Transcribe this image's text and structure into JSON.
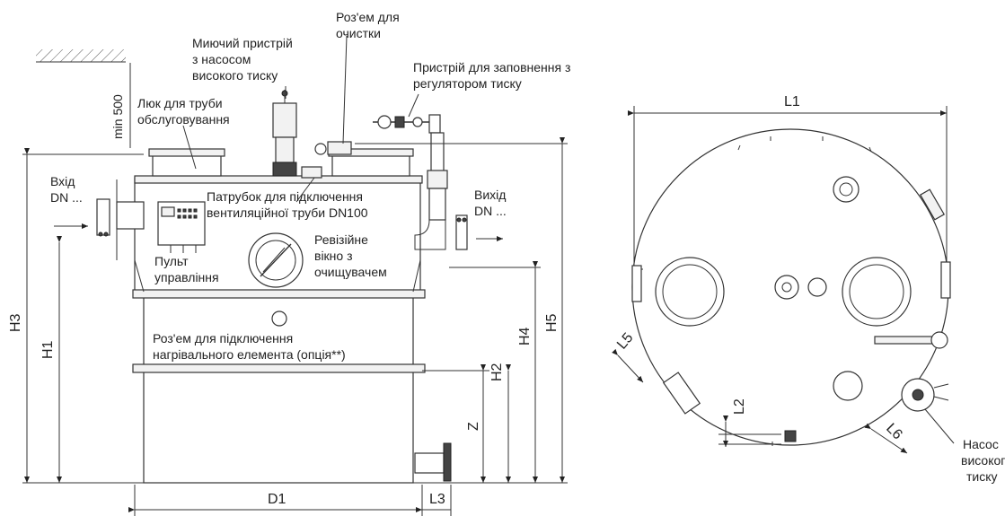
{
  "labels": {
    "washer": [
      "Миючий пристрій",
      "з насосом",
      "високого тиску"
    ],
    "cleaning_connector": [
      "Роз'ем для",
      "очистки"
    ],
    "filling_device": [
      "Пристрій для заповнення з",
      "регулятором тиску"
    ],
    "service_hatch": [
      "Люк для труби",
      "обслуговування"
    ],
    "min500": "min 500",
    "inlet": [
      "Вхід",
      "DN ..."
    ],
    "outlet": [
      "Вихід",
      "DN ..."
    ],
    "vent_pipe": [
      "Патрубок для підключення",
      "вентиляційної труби DN100"
    ],
    "control_panel": [
      "Пульт",
      "управління"
    ],
    "inspection_window": [
      "Ревізійне",
      "вікно з",
      "очищувачем"
    ],
    "heater_connector": [
      "Роз'ем для підключення",
      "нагрівального елемента (опція**)"
    ],
    "hp_pump": [
      "Насос",
      "високого",
      "тиску"
    ]
  },
  "dimensions": {
    "H1": "H1",
    "H2": "H2",
    "H3": "H3",
    "H4": "H4",
    "H5": "H5",
    "Z": "Z",
    "D1": "D1",
    "L1": "L1",
    "L2": "L2",
    "L3": "L3",
    "L5": "L5",
    "L6": "L6"
  }
}
